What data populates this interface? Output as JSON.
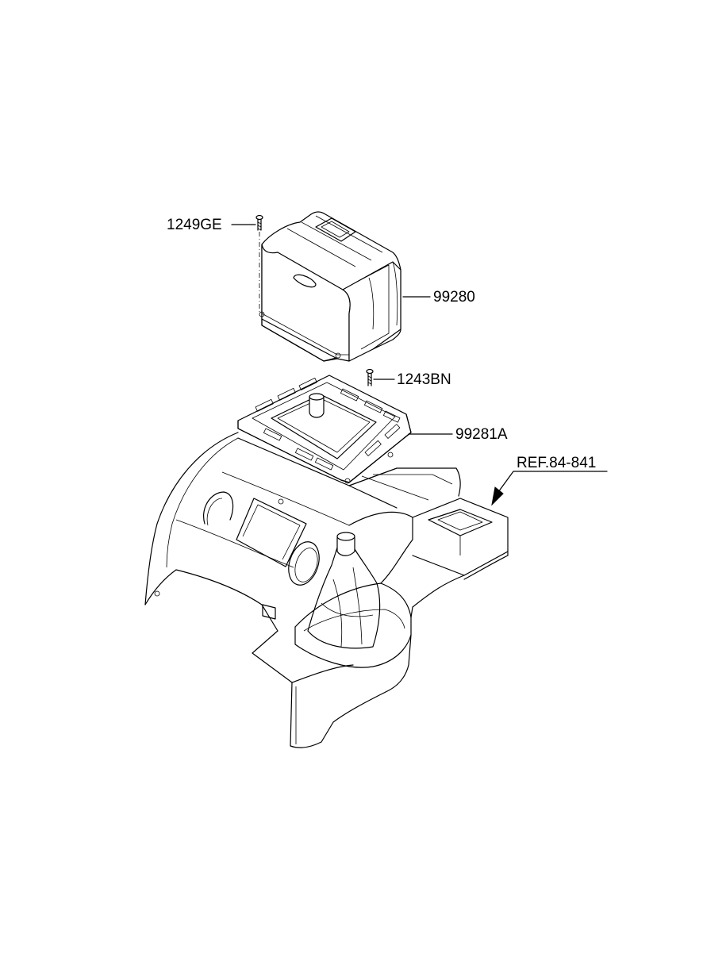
{
  "labels": {
    "bolt_top": "1249GE",
    "box": "99280",
    "bolt_small": "1243BN",
    "bracket": "99281A",
    "ref": "REF.84-841"
  },
  "colors": {
    "line": "#000000",
    "background": "#ffffff"
  }
}
